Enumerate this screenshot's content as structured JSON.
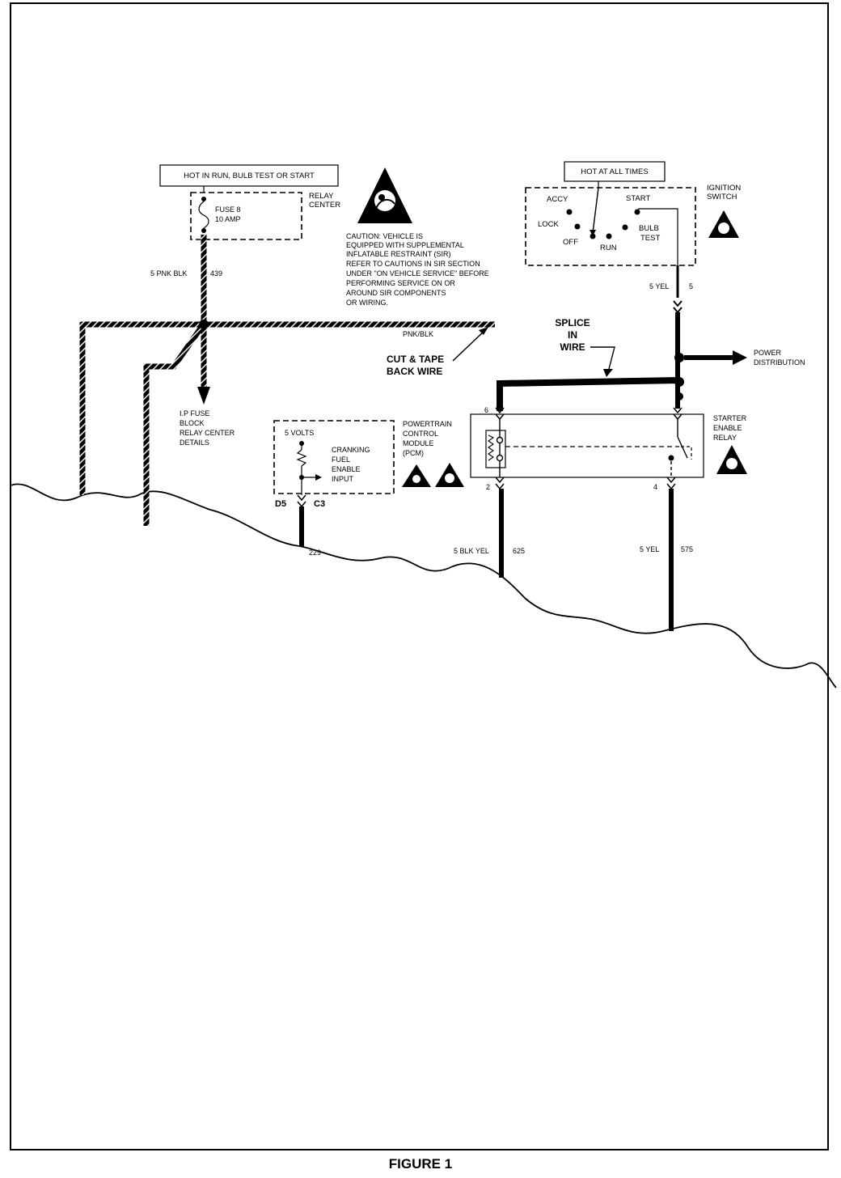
{
  "hot_in_run_label": "HOT IN RUN, BULB TEST OR START",
  "hot_at_all_times_label": "HOT AT ALL TIMES",
  "relay_center_label": [
    "RELAY",
    "CENTER"
  ],
  "fuse_label": [
    "FUSE 8",
    "10 AMP"
  ],
  "caution_text": [
    "CAUTION: VEHICLE IS",
    "EQUIPPED WITH SUPPLEMENTAL",
    "INFLATABLE RESTRAINT (SIR)",
    "REFER TO CAUTIONS IN SIR SECTION",
    "UNDER \"ON VEHICLE SERVICE\" BEFORE",
    "PERFORMING SERVICE ON OR",
    "AROUND SIR COMPONENTS",
    "OR WIRING."
  ],
  "wire_left_label": "5 PNK BLK",
  "wire_left_circuit": "439",
  "pnk_blk_label": "PNK/BLK",
  "cut_tape_label": [
    "CUT & TAPE",
    "BACK WIRE"
  ],
  "ip_fuse_label": [
    "I.P FUSE",
    "BLOCK",
    "RELAY CENTER",
    "DETAILS"
  ],
  "ignition_switch_label": [
    "IGNITION",
    "SWITCH"
  ],
  "switch_positions": {
    "accy": "ACCY",
    "start": "START",
    "lock": "LOCK",
    "off": "OFF",
    "run": "RUN",
    "bulb_test": [
      "BULB",
      "TEST"
    ]
  },
  "wire_yel_top": "5 YEL",
  "wire_yel_top_circuit": "5",
  "splice_label": [
    "SPLICE",
    "IN",
    "WIRE"
  ],
  "power_distribution_label": [
    "POWER",
    "DISTRIBUTION"
  ],
  "pcm_label": [
    "POWERTRAIN",
    "CONTROL",
    "MODULE",
    "(PCM)"
  ],
  "pcm_volts": "5 VOLTS",
  "pcm_input": [
    "CRANKING",
    "FUEL",
    "ENABLE",
    "INPUT"
  ],
  "pin_d5": "D5",
  "pin_c3": "C3",
  "wire_229": "229",
  "starter_relay_label": [
    "STARTER",
    "ENABLE",
    "RELAY"
  ],
  "relay_pin_6": "6",
  "relay_pin_2": "2",
  "relay_pin_4": "4",
  "wire_blk_yel": "5 BLK YEL",
  "wire_blk_yel_circuit": "625",
  "wire_yel_bottom": "5 YEL",
  "wire_yel_bottom_circuit": "575",
  "figure_caption": "FIGURE 1"
}
